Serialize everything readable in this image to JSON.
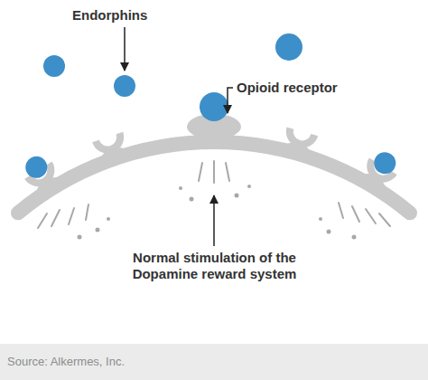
{
  "diagram": {
    "caption": "Source: Alkermes, Inc.",
    "labels": [
      "Endorphins",
      "Opioid receptor",
      "Normal stimulation of the Dopamine reward system"
    ]
  }
}
